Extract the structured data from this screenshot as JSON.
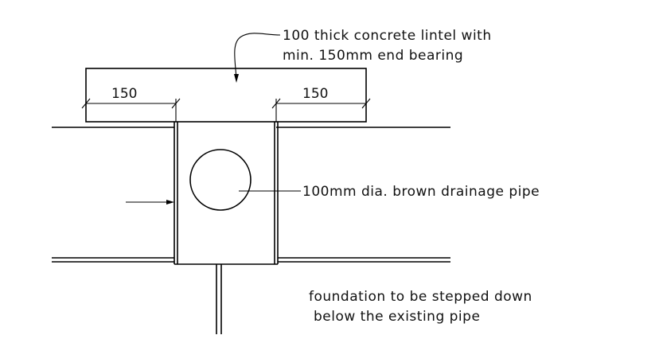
{
  "annotations": {
    "lintel_line1": "100 thick concrete lintel with",
    "lintel_line2": "min. 150mm end bearing",
    "pipe": "100mm dia. brown drainage pipe",
    "foundation_line1": "foundation to be stepped down",
    "foundation_line2": "below the existing pipe"
  },
  "dimensions": {
    "left": "150",
    "right": "150"
  }
}
